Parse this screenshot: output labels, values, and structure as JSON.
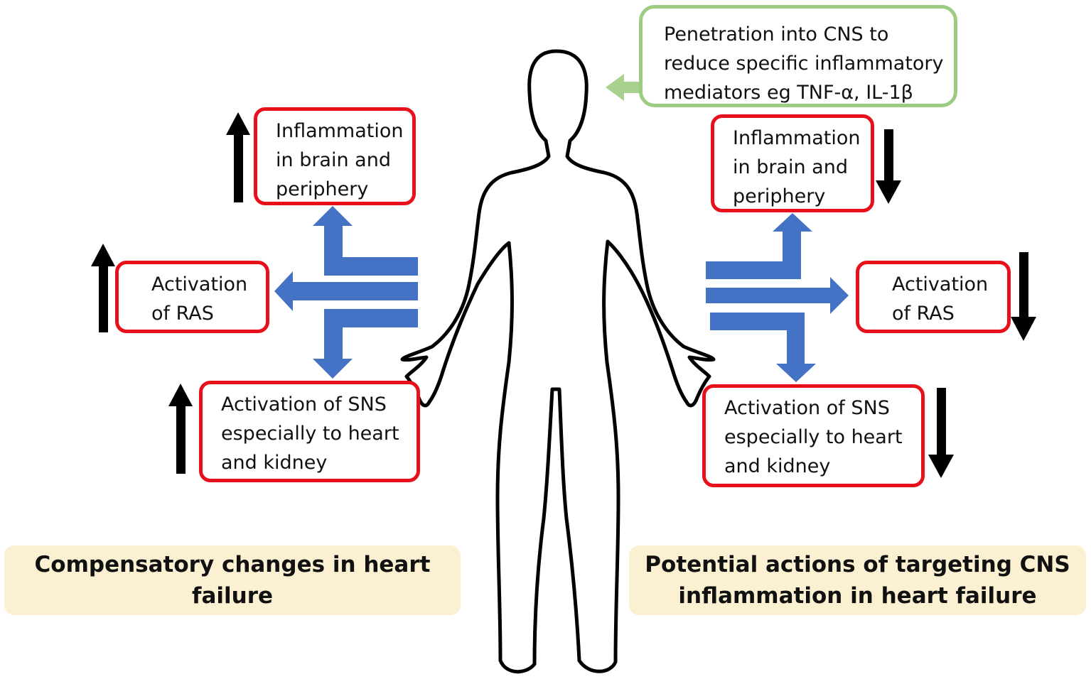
{
  "top_note": {
    "lines": [
      "Penetration into CNS to",
      "reduce specific inflammatory",
      "mediators eg TNF-α, IL-1β"
    ]
  },
  "left": {
    "inflammation": [
      "Inflammation",
      "in brain and",
      "periphery"
    ],
    "ras": [
      "Activation",
      "of RAS"
    ],
    "sns": [
      "Activation of SNS",
      "especially to heart",
      "and kidney"
    ],
    "trend": "increase",
    "caption": [
      "Compensatory changes in heart failure"
    ]
  },
  "right": {
    "inflammation": [
      "Inflammation",
      "in brain and",
      "periphery"
    ],
    "ras": [
      "Activation",
      "of RAS"
    ],
    "sns": [
      "Activation of SNS",
      "especially to heart",
      "and kidney"
    ],
    "trend": "decrease",
    "caption": [
      "Potential actions of targeting CNS",
      "inflammation in heart failure"
    ]
  },
  "colors": {
    "box_border": "#e8101a",
    "note_border": "#9ccb82",
    "note_arrow": "#a9d18e",
    "block_arrow": "#4472c4",
    "trend_arrow": "#000000",
    "caption_bg": "#fbf1d2"
  },
  "icons": {
    "body": "human-silhouette-outline",
    "up": "up-arrow-icon",
    "down": "down-arrow-icon"
  }
}
